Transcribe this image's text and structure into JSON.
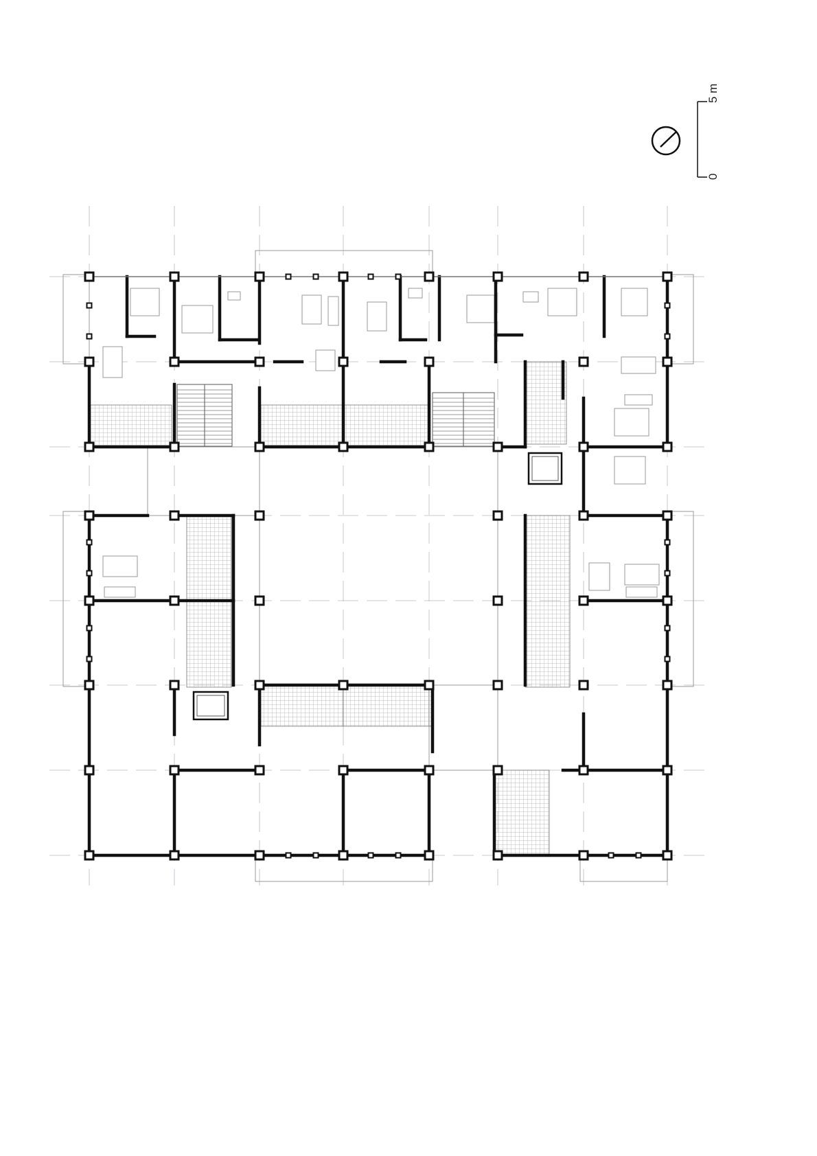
{
  "drawing": {
    "type": "floor-plan",
    "north_arrow_icon": "north-arrow-icon",
    "scale_bar": {
      "label_max": "5 m",
      "label_min": "0"
    },
    "colors": {
      "wall": "#111111",
      "grid": "#b8b8c4",
      "furniture": "#9a9a9a",
      "tile": "#a8a8a8"
    }
  }
}
